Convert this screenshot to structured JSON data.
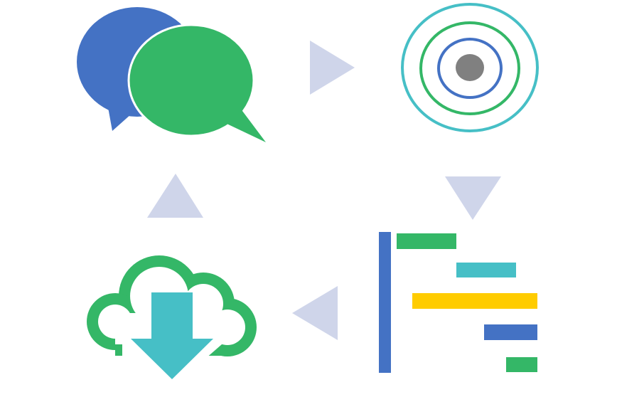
{
  "diagram": {
    "type": "cycle",
    "nodes": [
      {
        "id": "chat",
        "icon": "speech-bubbles-icon"
      },
      {
        "id": "target",
        "icon": "target-icon"
      },
      {
        "id": "gantt",
        "icon": "gantt-chart-icon"
      },
      {
        "id": "download",
        "icon": "cloud-download-icon"
      }
    ],
    "arrows": [
      {
        "from": "chat",
        "to": "target",
        "direction": "right"
      },
      {
        "from": "target",
        "to": "gantt",
        "direction": "down"
      },
      {
        "from": "gantt",
        "to": "download",
        "direction": "left"
      },
      {
        "from": "download",
        "to": "chat",
        "direction": "up"
      }
    ]
  },
  "colors": {
    "blue": "#4472c4",
    "green": "#34b767",
    "teal": "#46bfc6",
    "yellow": "#ffcc00",
    "gray": "#808080",
    "arrow": "#cfd5ea"
  }
}
